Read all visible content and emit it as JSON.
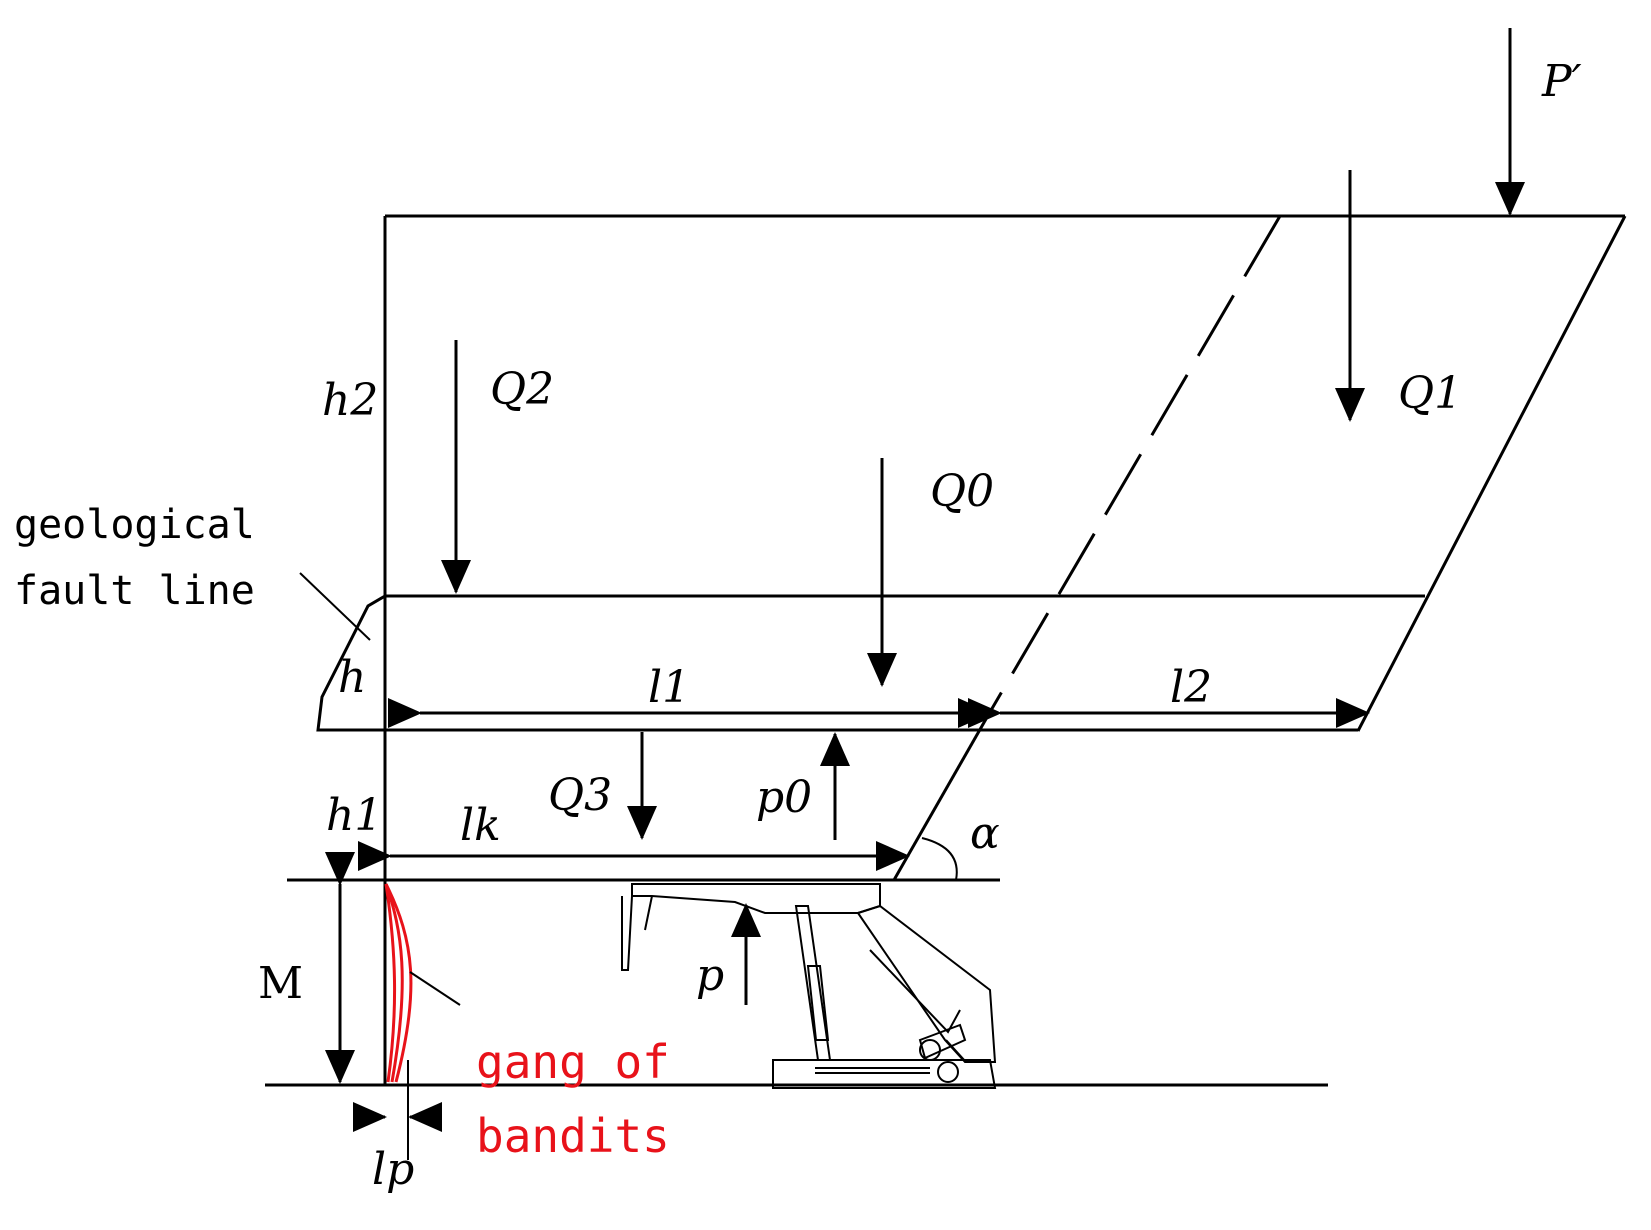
{
  "labels": {
    "p_prime": "P′",
    "q1": "Q1",
    "q2": "Q2",
    "q0": "Q0",
    "q3": "Q3",
    "h2": "h2",
    "h": "h",
    "h1": "h1",
    "l1": "l1",
    "l2": "l2",
    "lk": "lk",
    "lp": "lp",
    "p0": "p0",
    "p": "p",
    "alpha": "α",
    "m": "M"
  },
  "annotations": {
    "fault_line_1": "geological",
    "fault_line_2": "fault line",
    "bandits_1": "gang of",
    "bandits_2": "bandits"
  },
  "colors": {
    "ink": "#000000",
    "highlight": "#e8121a"
  }
}
